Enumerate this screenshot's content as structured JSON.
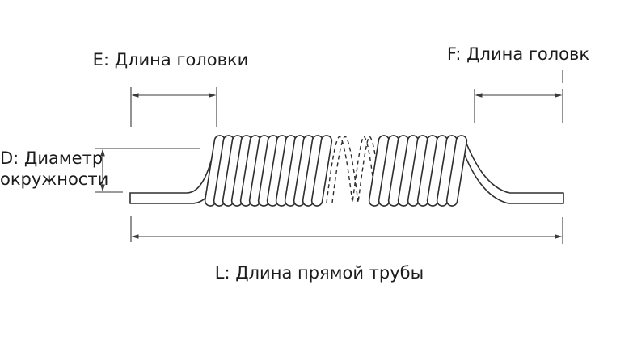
{
  "diagram": {
    "labels": {
      "e": "E: Длина головки",
      "f": "F: Длина головк",
      "d_line1": "D: Диаметр",
      "d_line2": "окружности",
      "l": "L: Длина прямой трубы"
    },
    "colors": {
      "line": "#2e2e2e",
      "dimension": "#3a3a3a",
      "text": "#1c1c1c",
      "background": "#ffffff"
    }
  }
}
